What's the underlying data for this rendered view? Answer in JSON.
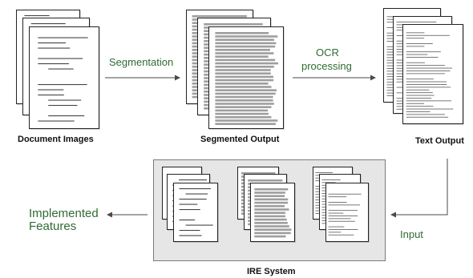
{
  "nodes": {
    "document_images": "Document Images",
    "segmented_output": "Segmented Output",
    "text_output": "Text Output",
    "ire_system": "IRE System"
  },
  "edges": {
    "segmentation": "Segmentation",
    "ocr_line1": "OCR",
    "ocr_line2": "processing",
    "input": "Input",
    "implemented_line1": "Implemented",
    "implemented_line2": "Features"
  },
  "colors": {
    "label_green": "#2f6b34",
    "arrow": "#4a4a4a",
    "ire_box_fill": "#e6e6e6"
  }
}
